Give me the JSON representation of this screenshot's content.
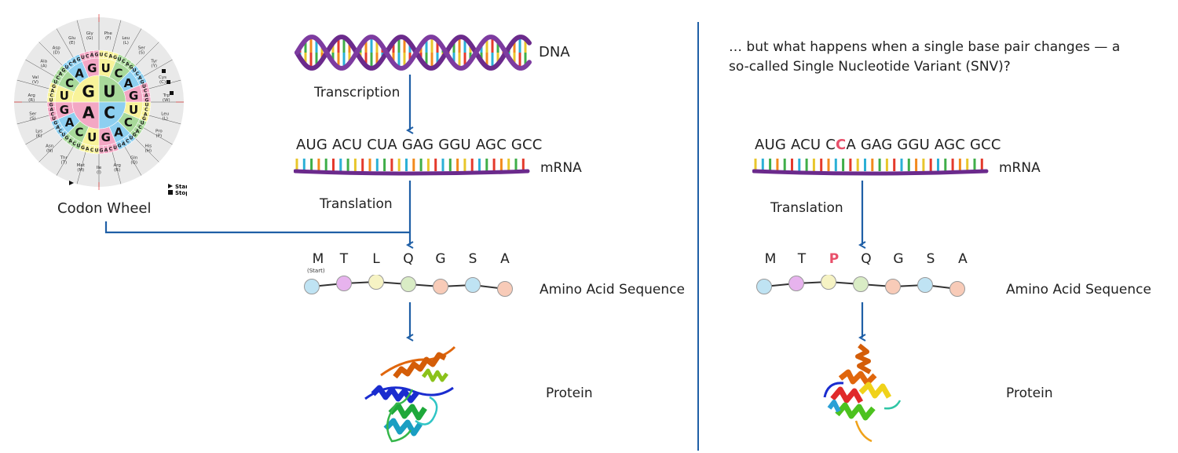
{
  "left": {
    "dna_label": "DNA",
    "transcription_label": "Transcription",
    "codons": [
      "AUG",
      "ACU",
      "CUA",
      "GAG",
      "GGU",
      "AGC",
      "GCC"
    ],
    "mrna_label": "mRNA",
    "translation_label": "Translation",
    "amino_acids": [
      "M",
      "T",
      "L",
      "Q",
      "G",
      "S",
      "A"
    ],
    "start_note": "(Start)",
    "aa_sequence_label": "Amino Acid Sequence",
    "protein_label": "Protein",
    "codon_wheel_label": "Codon Wheel"
  },
  "right": {
    "question_line1": "… but what happens when a single base pair changes — a",
    "question_line2": "so-called Single Nucleotide Variant (SNV)?",
    "codons": [
      "AUG",
      "ACU",
      "CCA",
      "GAG",
      "GGU",
      "AGC",
      "GCC"
    ],
    "mutated_codon_prefix": "C",
    "mutated_codon_base": "C",
    "mutated_codon_suffix": "A",
    "mrna_label": "mRNA",
    "translation_label": "Translation",
    "amino_acids": [
      "M",
      "T",
      "P",
      "Q",
      "G",
      "S",
      "A"
    ],
    "aa_sequence_label": "Amino Acid Sequence",
    "protein_label": "Protein"
  },
  "codon_wheel": {
    "inner": [
      "U",
      "C",
      "A",
      "G"
    ],
    "amino_acid_labels": [
      "Phe (F)",
      "Leu (L)",
      "Ser (S)",
      "Tyr (Y)",
      "Cys (C)",
      "Trp (W)",
      "Leu (L)",
      "Pro (P)",
      "His (H)",
      "Gln (Q)",
      "Arg (R)",
      "Ile (I)",
      "Met (M)",
      "Thr (T)",
      "Asn (N)",
      "Lys (K)",
      "Ser (S)",
      "Arg (R)",
      "Val (V)",
      "Ala (A)",
      "Asp (D)",
      "Glu (E)",
      "Gly (G)"
    ],
    "legend_start": "Start",
    "legend_stop": "Stop"
  },
  "colors": {
    "blue_arrow": "#1f5fa6",
    "backbone": "#6b2a8c",
    "helix_purple": "#7a3a9a",
    "highlight": "#e8506a",
    "bead_colors": [
      "#bfe3f3",
      "#e7b3ee",
      "#f6f3c4",
      "#d9ecc5",
      "#f8cbb8",
      "#bfe3f3",
      "#f8cbb8"
    ],
    "base_colors": [
      "#2bb0d6",
      "#e8c62b",
      "#e43a2c",
      "#3fae49",
      "#f28a1d"
    ],
    "divider": "#1f5fa6"
  }
}
